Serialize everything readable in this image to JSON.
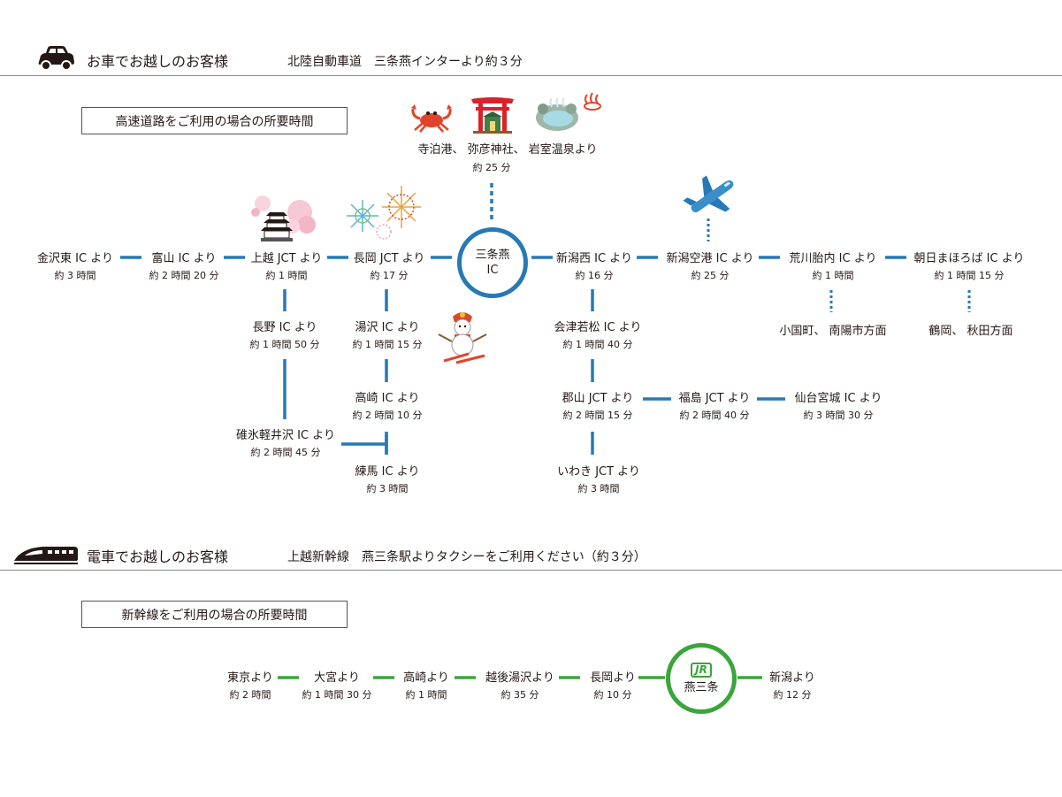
{
  "colors": {
    "car_line": "#2779b6",
    "train_line": "#3aa53a",
    "rule": "#8a8a8a",
    "jr_green": "#3aa53a"
  },
  "car": {
    "icon": "car-icon",
    "title": "お車でお越しのお客様",
    "desc": "北陸自動車道　三条燕インターより約３分",
    "box_label": "高速道路をご利用の場合の所要時間",
    "hub": {
      "line1": "三条燕",
      "line2": "IC"
    },
    "top": {
      "name": "寺泊港、 弥彦神社、 岩室温泉より",
      "time": "約 25 分",
      "icons": [
        "crab-icon",
        "torii-shrine-icon",
        "hot-spring-icon"
      ]
    },
    "nodes": {
      "kanazawa": {
        "name": "金沢東 IC より",
        "time": "約 3 時間"
      },
      "toyama": {
        "name": "富山 IC より",
        "time": "約 2 時間 20 分"
      },
      "joetsu": {
        "name": "上越 JCT より",
        "time": "約 1 時間"
      },
      "nagaoka": {
        "name": "長岡 JCT より",
        "time": "約 17 分"
      },
      "nagano": {
        "name": "長野 IC より",
        "time": "約 1 時間 50 分"
      },
      "usui": {
        "name": "碓氷軽井沢 IC より",
        "time": "約 2 時間 45 分"
      },
      "yuzawa": {
        "name": "湯沢 IC より",
        "time": "約 1 時間 15 分"
      },
      "takasaki": {
        "name": "高崎 IC より",
        "time": "約 2 時間 10 分"
      },
      "nerima": {
        "name": "練馬 IC より",
        "time": "約 3 時間"
      },
      "niigatanishi": {
        "name": "新潟西 IC より",
        "time": "約 16 分"
      },
      "aizu": {
        "name": "会津若松 IC より",
        "time": "約 1 時間 40 分"
      },
      "koriyama": {
        "name": "郡山 JCT より",
        "time": "約 2 時間 15 分"
      },
      "iwaki": {
        "name": "いわき JCT より",
        "time": "約 3 時間"
      },
      "fukushima": {
        "name": "福島 JCT より",
        "time": "約 2 時間 40 分"
      },
      "sendai": {
        "name": "仙台宮城 IC より",
        "time": "約 3 時間 30 分"
      },
      "airport": {
        "name": "新潟空港 IC より",
        "time": "約 25 分"
      },
      "arakawa": {
        "name": "荒川胎内 IC より",
        "time": "約 1 時間"
      },
      "asahi": {
        "name": "朝日まほろば IC より",
        "time": "約 1 時間 15 分"
      }
    },
    "labels": {
      "oguni": "小国町、 南陽市方面",
      "tsuruoka": "鶴岡、 秋田方面"
    },
    "icons": [
      "castle-sakura-icon",
      "fireworks-icon",
      "airplane-icon",
      "snowman-skier-icon"
    ]
  },
  "train": {
    "icon": "shinkansen-icon",
    "title": "電車でお越しのお客様",
    "desc": "上越新幹線　燕三条駅よりタクシーをご利用ください（約３分）",
    "box_label": "新幹線をご利用の場合の所要時間",
    "hub": {
      "logo": "JR",
      "name": "燕三条"
    },
    "stations": [
      {
        "name": "東京より",
        "time": "約 2 時間"
      },
      {
        "name": "大宮より",
        "time": "約 1 時間 30 分"
      },
      {
        "name": "高崎より",
        "time": "約 1 時間"
      },
      {
        "name": "越後湯沢より",
        "time": "約 35 分"
      },
      {
        "name": "長岡より",
        "time": "約 10 分"
      }
    ],
    "after": {
      "name": "新潟より",
      "time": "約 12 分"
    }
  }
}
